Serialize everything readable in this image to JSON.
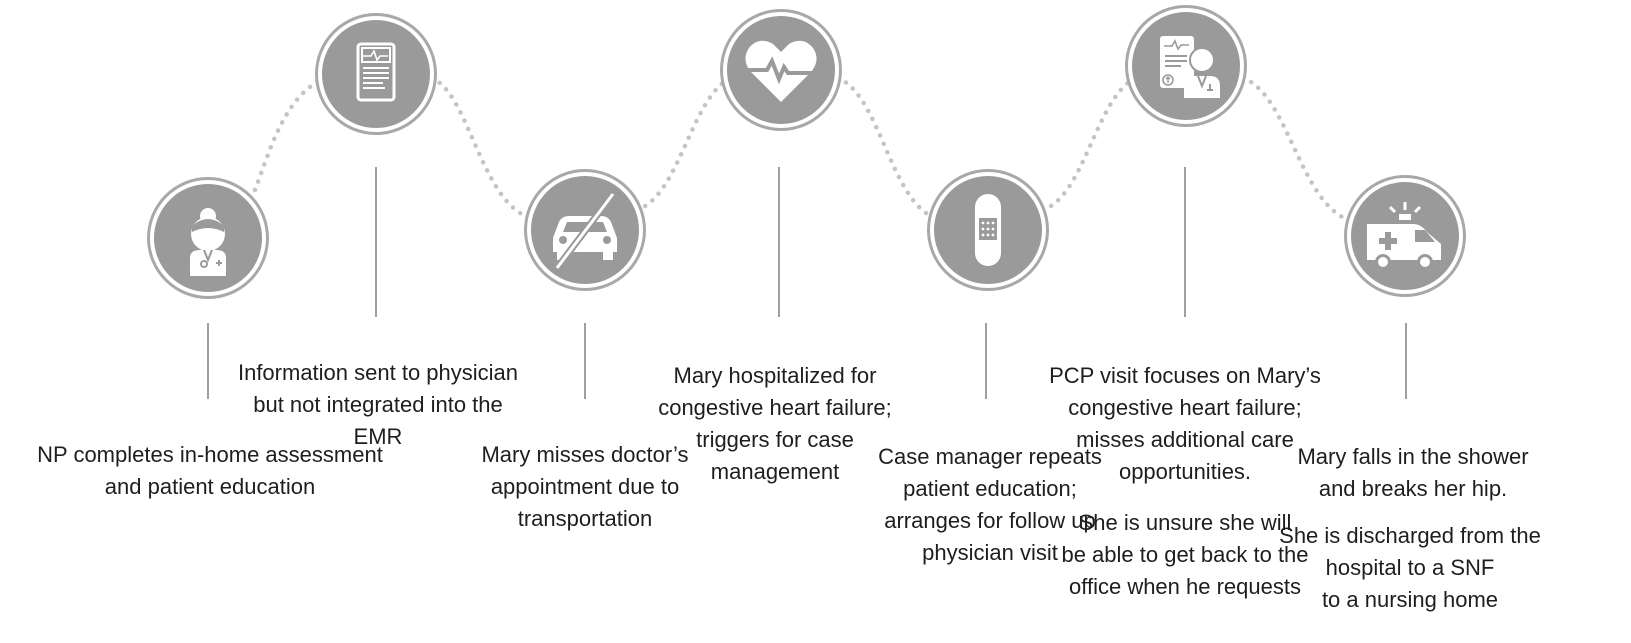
{
  "steps": [
    {
      "icon": "nurse-icon",
      "text": "NP completes in-home assessment\nand patient education"
    },
    {
      "icon": "clipboard-chart-icon",
      "text": "Information sent to physician\nbut not integrated into the\nEMR"
    },
    {
      "icon": "no-car-icon",
      "text": "Mary misses doctor’s\nappointment due to\ntransportation"
    },
    {
      "icon": "heart-pulse-icon",
      "text": "Mary hospitalized for\ncongestive heart failure;\ntriggers for case\nmanagement"
    },
    {
      "icon": "bandage-icon",
      "text": "Case manager repeats\npatient education;\narranges for follow up\nphysician visit"
    },
    {
      "icon": "doctor-report-icon",
      "text": "PCP visit focuses on Mary’s\ncongestive heart failure;\nmisses additional care\nopportunities."
    },
    {
      "icon": "unsure-note",
      "text": "She is unsure she will\nbe able to get back to the\noffice when he requests"
    },
    {
      "icon": "ambulance-icon",
      "text": "Mary falls in the shower\nand breaks her hip."
    },
    {
      "icon": "discharge-note",
      "text": "She is discharged from the\nhospital to a SNF\nto a nursing home"
    }
  ],
  "colors": {
    "circle": "#9a9a9a",
    "ring": "#a8a8a8",
    "icon": "#ffffff",
    "dots": "#c4c4c4",
    "line": "#a0a0a0"
  }
}
